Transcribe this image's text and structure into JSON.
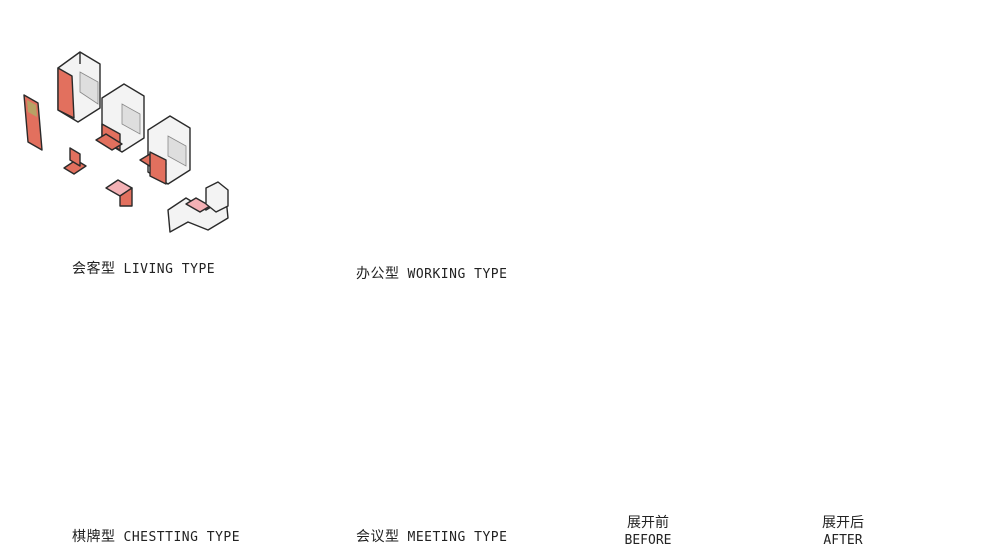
{
  "captions": {
    "living": {
      "zh": "会客型",
      "en": "LIVING TYPE"
    },
    "working": {
      "zh": "办公型",
      "en": "WORKING TYPE"
    },
    "chess": {
      "zh": "棋牌型",
      "en": "CHESTTING TYPE"
    },
    "meeting": {
      "zh": "会议型",
      "en": "MEETING TYPE"
    },
    "before": {
      "zh": "展开前",
      "en": "BEFORE"
    },
    "after": {
      "zh": "展开后",
      "en": "AFTER"
    }
  },
  "colors": {
    "accent_red": "#e2705e",
    "accent_pink": "#f4b1b5",
    "outline": "#2a2a2a",
    "wall_light": "#f2f2f2",
    "wall_mid": "#dcdcdc",
    "wall_dark": "#c9c9c9"
  }
}
